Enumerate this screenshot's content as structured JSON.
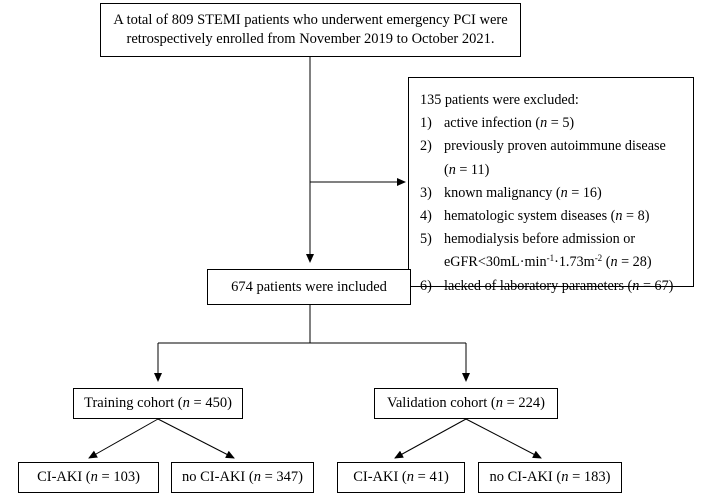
{
  "enrollment": {
    "line1": "A total of 809 STEMI patients who underwent emergency PCI were",
    "line2": "retrospectively enrolled from November 2019 to October 2021."
  },
  "exclusion": {
    "title": "135 patients were excluded:",
    "items": [
      {
        "num": "1)",
        "text": "active infection (",
        "n": "n",
        "tail": " = 5)"
      },
      {
        "num": "2)",
        "text": "previously proven autoimmune disease",
        "cont_open": "(",
        "n": "n",
        "cont_tail": " = 11)"
      },
      {
        "num": "3)",
        "text": "known malignancy (",
        "n": "n",
        "tail": " = 16)"
      },
      {
        "num": "4)",
        "text": "hematologic system diseases (",
        "n": "n",
        "tail": " = 8)"
      },
      {
        "num": "5)",
        "text": "hemodialysis before admission or",
        "cont_a": "eGFR<30mL·min",
        "sup1": "-1",
        "cont_b": "·1.73m",
        "sup2": "-2",
        "cont_c": " (",
        "n": "n",
        "cont_tail": " = 28)"
      },
      {
        "num": "6)",
        "text": "lacked of laboratory parameters (",
        "n": "n",
        "tail": " = 67)"
      }
    ]
  },
  "included": {
    "label": "674 patients were included"
  },
  "training": {
    "pre": "Training cohort (",
    "n": "n",
    "post": " = 450)"
  },
  "validation": {
    "pre": "Validation cohort (",
    "n": "n",
    "post": " = 224)"
  },
  "outcomes": {
    "train_aki": {
      "pre": "CI-AKI (",
      "n": "n",
      "post": " = 103)"
    },
    "train_no_aki": {
      "pre": "no CI-AKI (",
      "n": "n",
      "post": " = 347)"
    },
    "val_aki": {
      "pre": "CI-AKI (",
      "n": "n",
      "post": " = 41)"
    },
    "val_no_aki": {
      "pre": "no CI-AKI (",
      "n": "n",
      "post": " = 183)"
    }
  }
}
